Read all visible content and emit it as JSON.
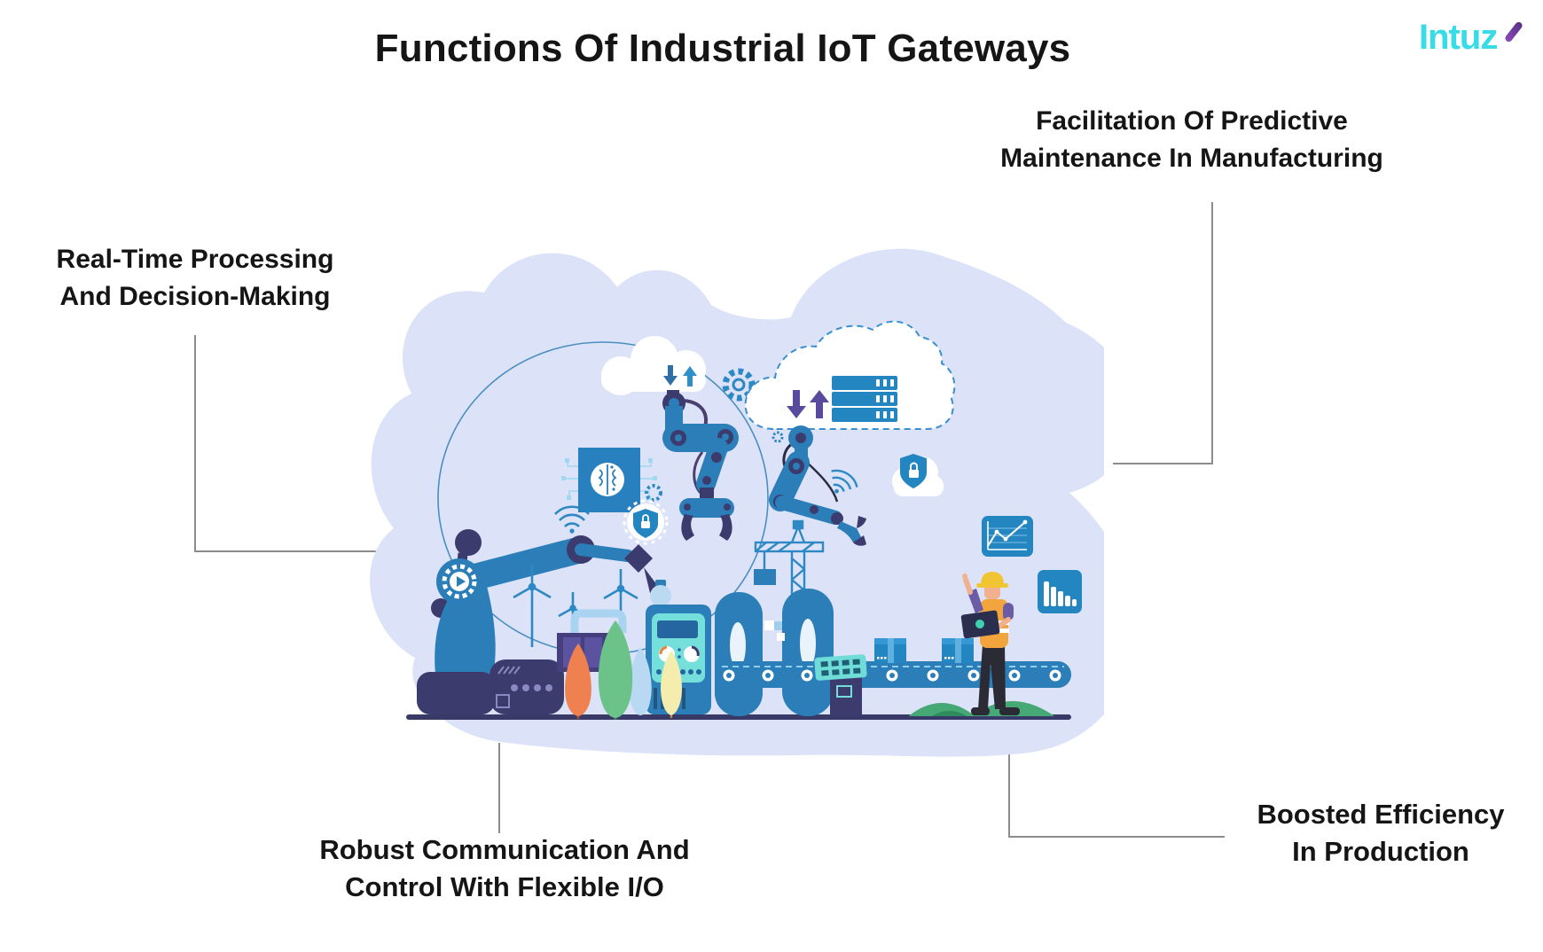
{
  "title": "Functions Of Industrial IoT Gateways",
  "logo": {
    "part1": "Intu",
    "part2": "z"
  },
  "labels": {
    "facilitation": {
      "line1": "Facilitation Of Predictive",
      "line2": "Maintenance In Manufacturing"
    },
    "realtime": {
      "line1": "Real-Time Processing",
      "line2": "And Decision-Making"
    },
    "robust": {
      "line1": "Robust Communication And",
      "line2": "Control With Flexible I/O"
    },
    "boosted": {
      "line1": "Boosted Efficiency",
      "line2": "In Production"
    }
  },
  "colors": {
    "text": "#151515",
    "connector_gray": "#8c8c8c",
    "logo_cyan": "#38dce6",
    "logo_purple": "#6a3d9a",
    "blob_lavender": "#dce3f8",
    "primary_blue": "#2b7eb8",
    "navy": "#3c3b6e",
    "teal": "#72dedb",
    "arrow_purple": "#584a9c",
    "tree_orange": "#ef8050",
    "tree_green": "#6cc389",
    "tree_pale_yellow": "#f5edad",
    "grass_green": "#45a875",
    "vest_orange": "#f2a53c",
    "hat_yellow": "#f0c433",
    "shirt_purple": "#6b5ca8",
    "skin": "#f2b08e"
  },
  "icons": [
    "cloud-sync-icon",
    "gear-icon",
    "cloud-server-icon",
    "cloud-shield-icon",
    "ai-chip-icon",
    "shield-badge-icon",
    "wifi-icon",
    "robot-arm",
    "crane",
    "storage-tanks",
    "conveyor-belt",
    "keypad-console",
    "line-chart-icon",
    "bar-chart-icon",
    "wind-turbine",
    "worker",
    "boxes",
    "grass"
  ]
}
